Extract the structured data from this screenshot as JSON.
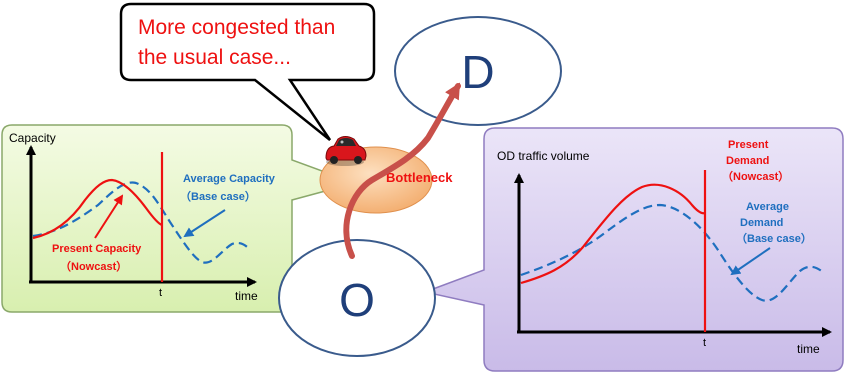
{
  "speech_text": {
    "line1": "More congested than",
    "line2": "the usual case..."
  },
  "nodes": {
    "destination": "D",
    "origin": "O"
  },
  "bottleneck_label": "Bottleneck",
  "capacity_panel": {
    "ylabel": "Capacity",
    "xlabel": "time",
    "t_label": "t",
    "average_label": {
      "line1": "Average Capacity",
      "line2": "（Base case）"
    },
    "present_label": {
      "line1": "Present Capacity",
      "line2": "（Nowcast）"
    }
  },
  "demand_panel": {
    "ylabel": "OD traffic volume",
    "xlabel": "time",
    "t_label": "t",
    "present_label": {
      "line1": "Present",
      "line2": "Demand",
      "line3": "（Nowcast）"
    },
    "average_label": {
      "line1": "Average",
      "line2": "Demand",
      "line3": "（Base case）"
    }
  },
  "colors": {
    "present_series": "#ee1111",
    "average_series": "#1f6fbf",
    "left_panel_fill": "#e8f7c9",
    "right_panel_fill": "#d9cff0",
    "node_stroke": "#3a5b8c",
    "bottleneck_fill": "#f9c08a",
    "route_arrow": "#c8504a"
  }
}
